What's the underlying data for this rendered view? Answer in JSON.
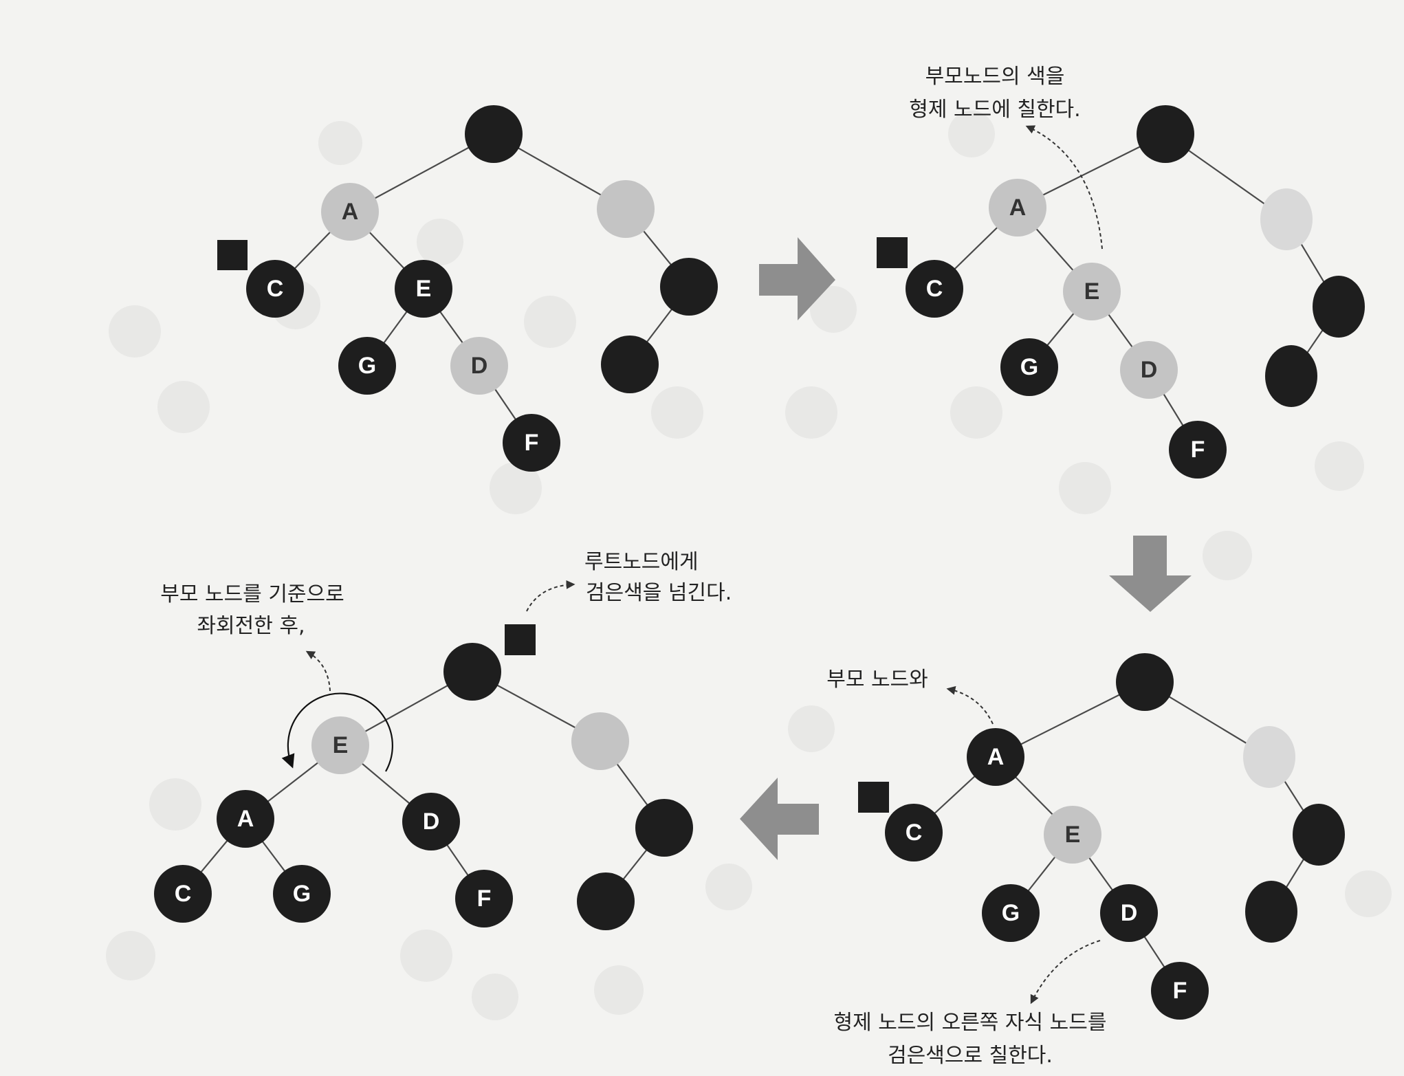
{
  "step1": {
    "nodes": {
      "a": "A",
      "c": "C",
      "e": "E",
      "g": "G",
      "d": "D",
      "f": "F"
    }
  },
  "step2": {
    "nodes": {
      "a": "A",
      "c": "C",
      "e": "E",
      "g": "G",
      "d": "D",
      "f": "F"
    },
    "annotation": {
      "line1": "부모노드의 색을",
      "line2": "형제 노드에 칠한다."
    }
  },
  "step3": {
    "nodes": {
      "a": "A",
      "c": "C",
      "e": "E",
      "g": "G",
      "d": "D",
      "f": "F"
    },
    "annotation_parent": {
      "line1": "부모 노드와"
    },
    "annotation_child": {
      "line1": "형제 노드의 오른쪽 자식 노드를",
      "line2": "검은색으로 칠한다."
    }
  },
  "step4": {
    "nodes": {
      "a": "A",
      "c": "C",
      "e": "E",
      "g": "G",
      "d": "D",
      "f": "F"
    },
    "annotation_rotate": {
      "line1": "부모 노드를 기준으로",
      "line2": "좌회전한 후,"
    },
    "annotation_root": {
      "line1": "루트노드에게",
      "line2": "검은색을 넘긴다."
    }
  },
  "colors": {
    "black_node": "#1e1e1e",
    "red_node": "#c4c4c4",
    "light_node": "#d9d9d9",
    "edge": "#4a4a4a",
    "arrow": "#8e8e8e",
    "text": "#222222",
    "background": "#f3f3f1"
  }
}
